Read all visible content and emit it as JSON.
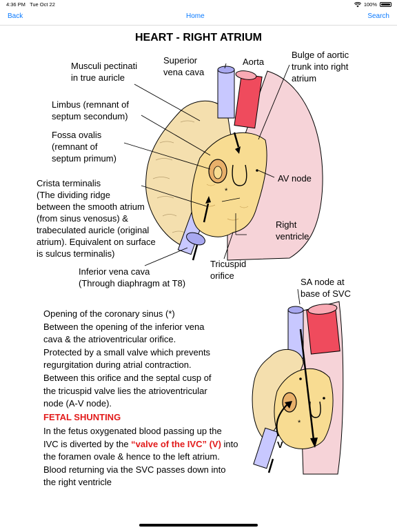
{
  "status_bar": {
    "time": "4:36 PM",
    "date": "Tue Oct 22",
    "battery": "100%"
  },
  "nav": {
    "back_label": "Back",
    "home_label": "Home",
    "search_label": "Search"
  },
  "page": {
    "title": "HEART - RIGHT ATRIUM"
  },
  "labels": {
    "musculi": "Musculi pectinati\nin true auricle",
    "svc": "Superior\nvena cava",
    "aorta": "Aorta",
    "bulge": "Bulge of aortic\ntrunk into right\natrium",
    "limbus": "Limbus (remnant of\nseptum secondum)",
    "fossa": "Fossa ovalis\n(remnant of\nseptum primum)",
    "crista": "Crista terminalis\n(The dividing ridge\nbetween the smooth atrium\n(from sinus venosus) &\ntrabeculated auricle (original\natrium). Equivalent on surface\nis sulcus terminalis)",
    "av_node": "AV node",
    "right_ventricle": "Right\nventricle",
    "ivc": "Inferior vena cava\n(Through diaphragm at T8)",
    "tricuspid": "Tricuspid\norifice",
    "sa_node": "SA node at\nbase of SVC",
    "v_mark": "V",
    "star_mark": "*"
  },
  "coronary_text": "Opening of the coronary sinus (*)\nBetween the opening of the inferior vena\ncava & the atrioventricular orifice.\nProtected by a small valve which prevents\nregurgitation during atrial contraction.\nBetween this orifice and the septal cusp of\nthe tricuspid valve lies the atrioventricular\nnode (A-V node).",
  "fetal": {
    "heading": "FETAL SHUNTING",
    "line1": "In the fetus oxygenated blood passing up the",
    "line2_pre": "IVC is diverted by the ",
    "line2_red": "“valve of the IVC” (V)",
    "line2_post": " into",
    "rest": "the foramen ovale & hence to the left atrium.\nBlood returning via the SVC passes down into\nthe right ventricle"
  },
  "colors": {
    "accent": "#0a7aff",
    "fetal_red": "#e21b1b",
    "ventricle_pink": "#f6d3d8",
    "atrium_yellow": "#f8dc92",
    "auricle_tan": "#f4dfae",
    "vein_blue": "#c8c8ff",
    "aorta_red": "#ef4b5d"
  }
}
